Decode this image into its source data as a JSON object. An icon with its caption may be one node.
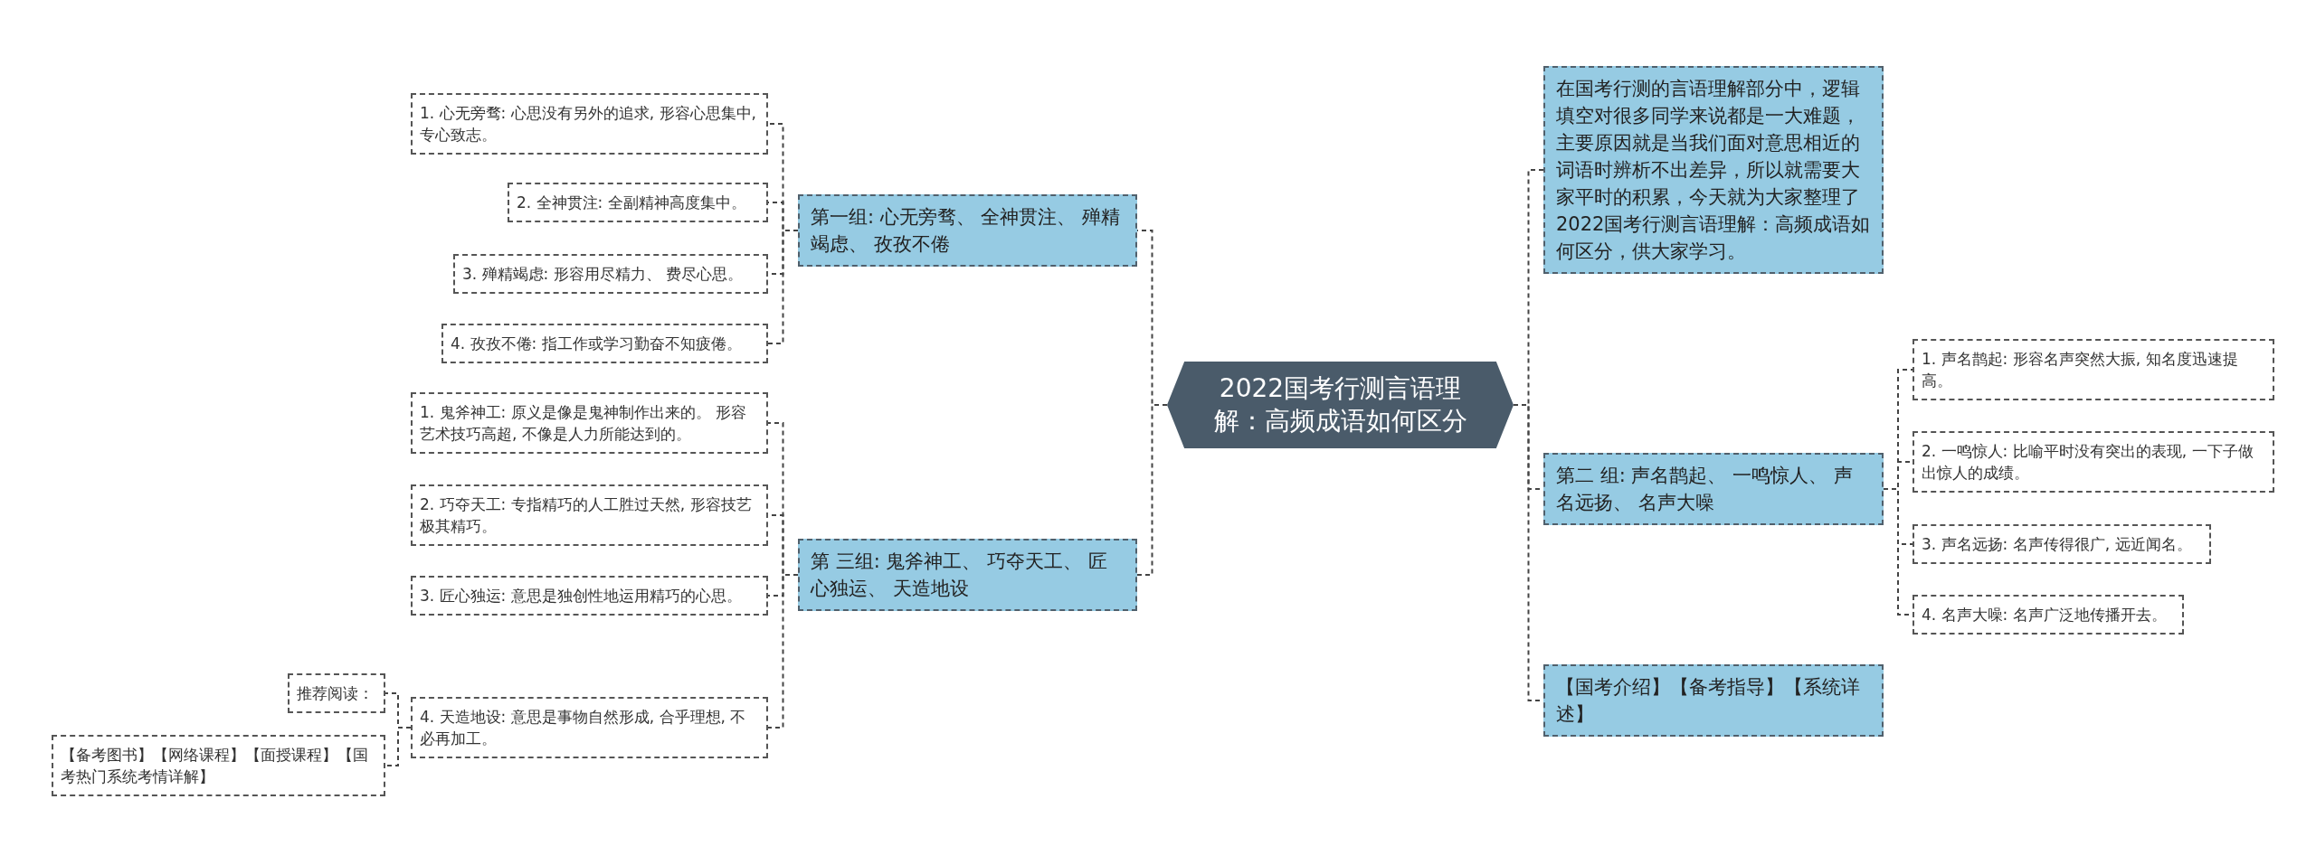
{
  "diagram": {
    "nodes": [
      {
        "text": [
          "2022国考行测言语理解：高频成语如何区分"
        ]
      },
      {
        "text": [
          "第一组: 心无旁骛、 全神贯注、 殚精竭虑、 孜孜不倦"
        ]
      },
      {
        "text": [
          "1. 心无旁骛: 心思没有另外的追求, 形容心思集中, 专心致志。"
        ]
      },
      {
        "text": [
          "2. 全神贯注: 全副精神高度集中。"
        ]
      },
      {
        "text": [
          "3. 殚精竭虑: 形容用尽精力、 费尽心思。"
        ]
      },
      {
        "text": [
          "4. 孜孜不倦: 指工作或学习勤奋不知疲倦。"
        ]
      },
      {
        "text": [
          "第 三组: 鬼斧神工、 巧夺天工、 匠心独运、 天造地设"
        ]
      },
      {
        "text": [
          "1. 鬼斧神工: 原义是像是鬼神制作出来的。 形容艺术技巧高超, 不像是人力所能达到的。"
        ]
      },
      {
        "text": [
          "2. 巧夺天工: 专指精巧的人工胜过天然, 形容技艺极其精巧。"
        ]
      },
      {
        "text": [
          "3. 匠心独运: 意思是独创性地运用精巧的心思。"
        ]
      },
      {
        "text": [
          "4. 天造地设: 意思是事物自然形成, 合乎理想, 不必再加工。"
        ]
      },
      {
        "text": [
          "推荐阅读："
        ]
      },
      {
        "text": [
          "【备考图书】【网络课程】【面授课程】【国考热门系统考情详解】"
        ]
      },
      {
        "text": [
          "在国考行测的言语理解部分中，逻辑填空对很多同学来说都是一大难题，主要原因就是当我们面对意思相近的词语时辨析不出差异，所以就需要大家平时的积累，今天就为大家整理了2022国考行测言语理解：高频成语如何区分，供大家学习。"
        ]
      },
      {
        "text": [
          "第二 组: 声名鹊起、 一鸣惊人、 声名远扬、 名声大噪"
        ]
      },
      {
        "text": [
          "1. 声名鹊起: 形容名声突然大振, 知名度迅速提高。"
        ]
      },
      {
        "text": [
          "2. 一鸣惊人: 比喻平时没有突出的表现, 一下子做出惊人的成绩。"
        ]
      },
      {
        "text": [
          "3. 声名远扬: 名声传得很广, 远近闻名。"
        ]
      },
      {
        "text": [
          "4. 名声大噪: 名声广泛地传播开去。"
        ]
      },
      {
        "text": [
          "【国考介绍】【备考指导】【系统详述】"
        ]
      }
    ],
    "edges": [
      {
        "from": 0,
        "to": 1,
        "arrow": "none",
        "style": "dashed"
      },
      {
        "from": 0,
        "to": 6,
        "arrow": "none",
        "style": "dashed"
      },
      {
        "from": 1,
        "to": 2,
        "arrow": "none",
        "style": "dashed"
      },
      {
        "from": 1,
        "to": 3,
        "arrow": "none",
        "style": "dashed"
      },
      {
        "from": 1,
        "to": 4,
        "arrow": "none",
        "style": "dashed"
      },
      {
        "from": 1,
        "to": 5,
        "arrow": "none",
        "style": "dashed"
      },
      {
        "from": 6,
        "to": 7,
        "arrow": "none",
        "style": "dashed"
      },
      {
        "from": 6,
        "to": 8,
        "arrow": "none",
        "style": "dashed"
      },
      {
        "from": 6,
        "to": 9,
        "arrow": "none",
        "style": "dashed"
      },
      {
        "from": 6,
        "to": 10,
        "arrow": "none",
        "style": "dashed"
      },
      {
        "from": 10,
        "to": 11,
        "arrow": "none",
        "style": "dashed"
      },
      {
        "from": 10,
        "to": 12,
        "arrow": "none",
        "style": "dashed"
      },
      {
        "from": 0,
        "to": 13,
        "arrow": "none",
        "style": "dashed"
      },
      {
        "from": 0,
        "to": 14,
        "arrow": "none",
        "style": "dashed"
      },
      {
        "from": 0,
        "to": 19,
        "arrow": "none",
        "style": "dashed"
      },
      {
        "from": 14,
        "to": 15,
        "arrow": "none",
        "style": "dashed"
      },
      {
        "from": 14,
        "to": 16,
        "arrow": "none",
        "style": "dashed"
      },
      {
        "from": 14,
        "to": 17,
        "arrow": "none",
        "style": "dashed"
      },
      {
        "from": 14,
        "to": 18,
        "arrow": "none",
        "style": "dashed"
      }
    ]
  }
}
